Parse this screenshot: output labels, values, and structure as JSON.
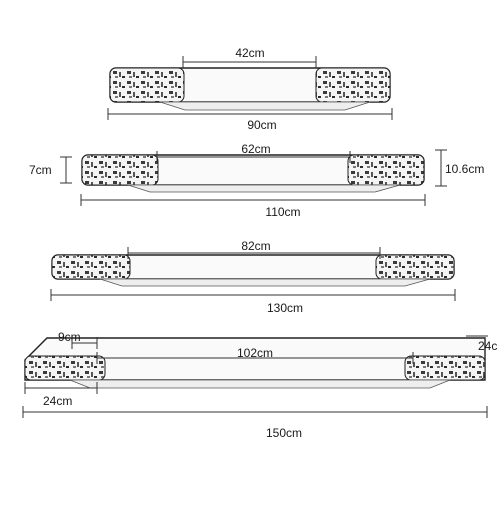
{
  "shelves": [
    {
      "inner_label": "42cm",
      "outer_label": "90cm"
    },
    {
      "inner_label": "62cm",
      "outer_label": "110cm",
      "height_label": "7cm",
      "depth_label": "10.6cm"
    },
    {
      "inner_label": "82cm",
      "outer_label": "130cm"
    },
    {
      "inner_label": "102cm",
      "outer_label": "150cm",
      "end_gap_label": "9cm",
      "end_width_label": "24cm",
      "side_depth_label": "24c"
    }
  ]
}
